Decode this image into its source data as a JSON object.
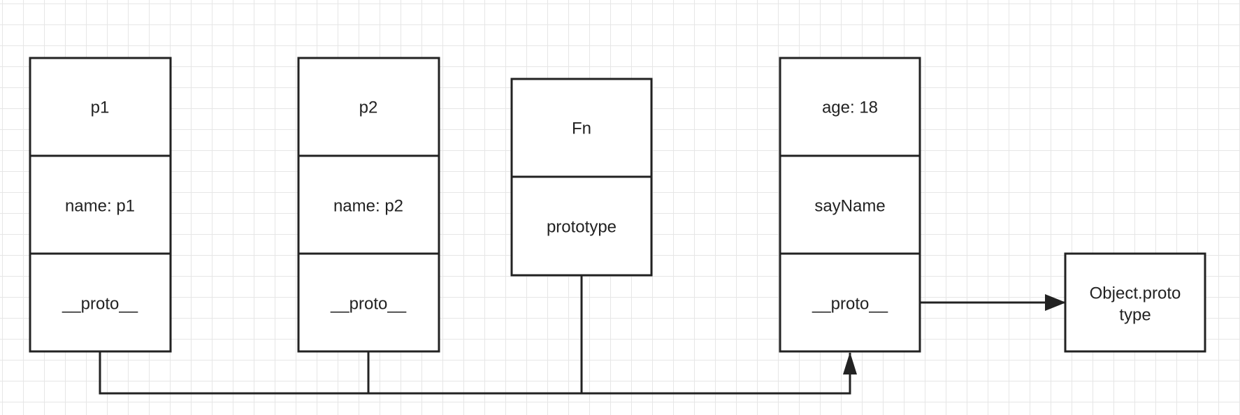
{
  "diagram": {
    "p1": {
      "title": "p1",
      "name": "name: p1",
      "proto": "__proto__"
    },
    "p2": {
      "title": "p2",
      "name": "name: p2",
      "proto": "__proto__"
    },
    "fn": {
      "title": "Fn",
      "prototype": "prototype"
    },
    "fn_prototype": {
      "age": "age: 18",
      "method": "sayName",
      "proto": "__proto__"
    },
    "object_prototype": {
      "line1": "Object.proto",
      "line2": "type"
    }
  },
  "colors": {
    "stroke": "#222222",
    "background": "#ffffff",
    "grid": "#e6e6e6"
  }
}
